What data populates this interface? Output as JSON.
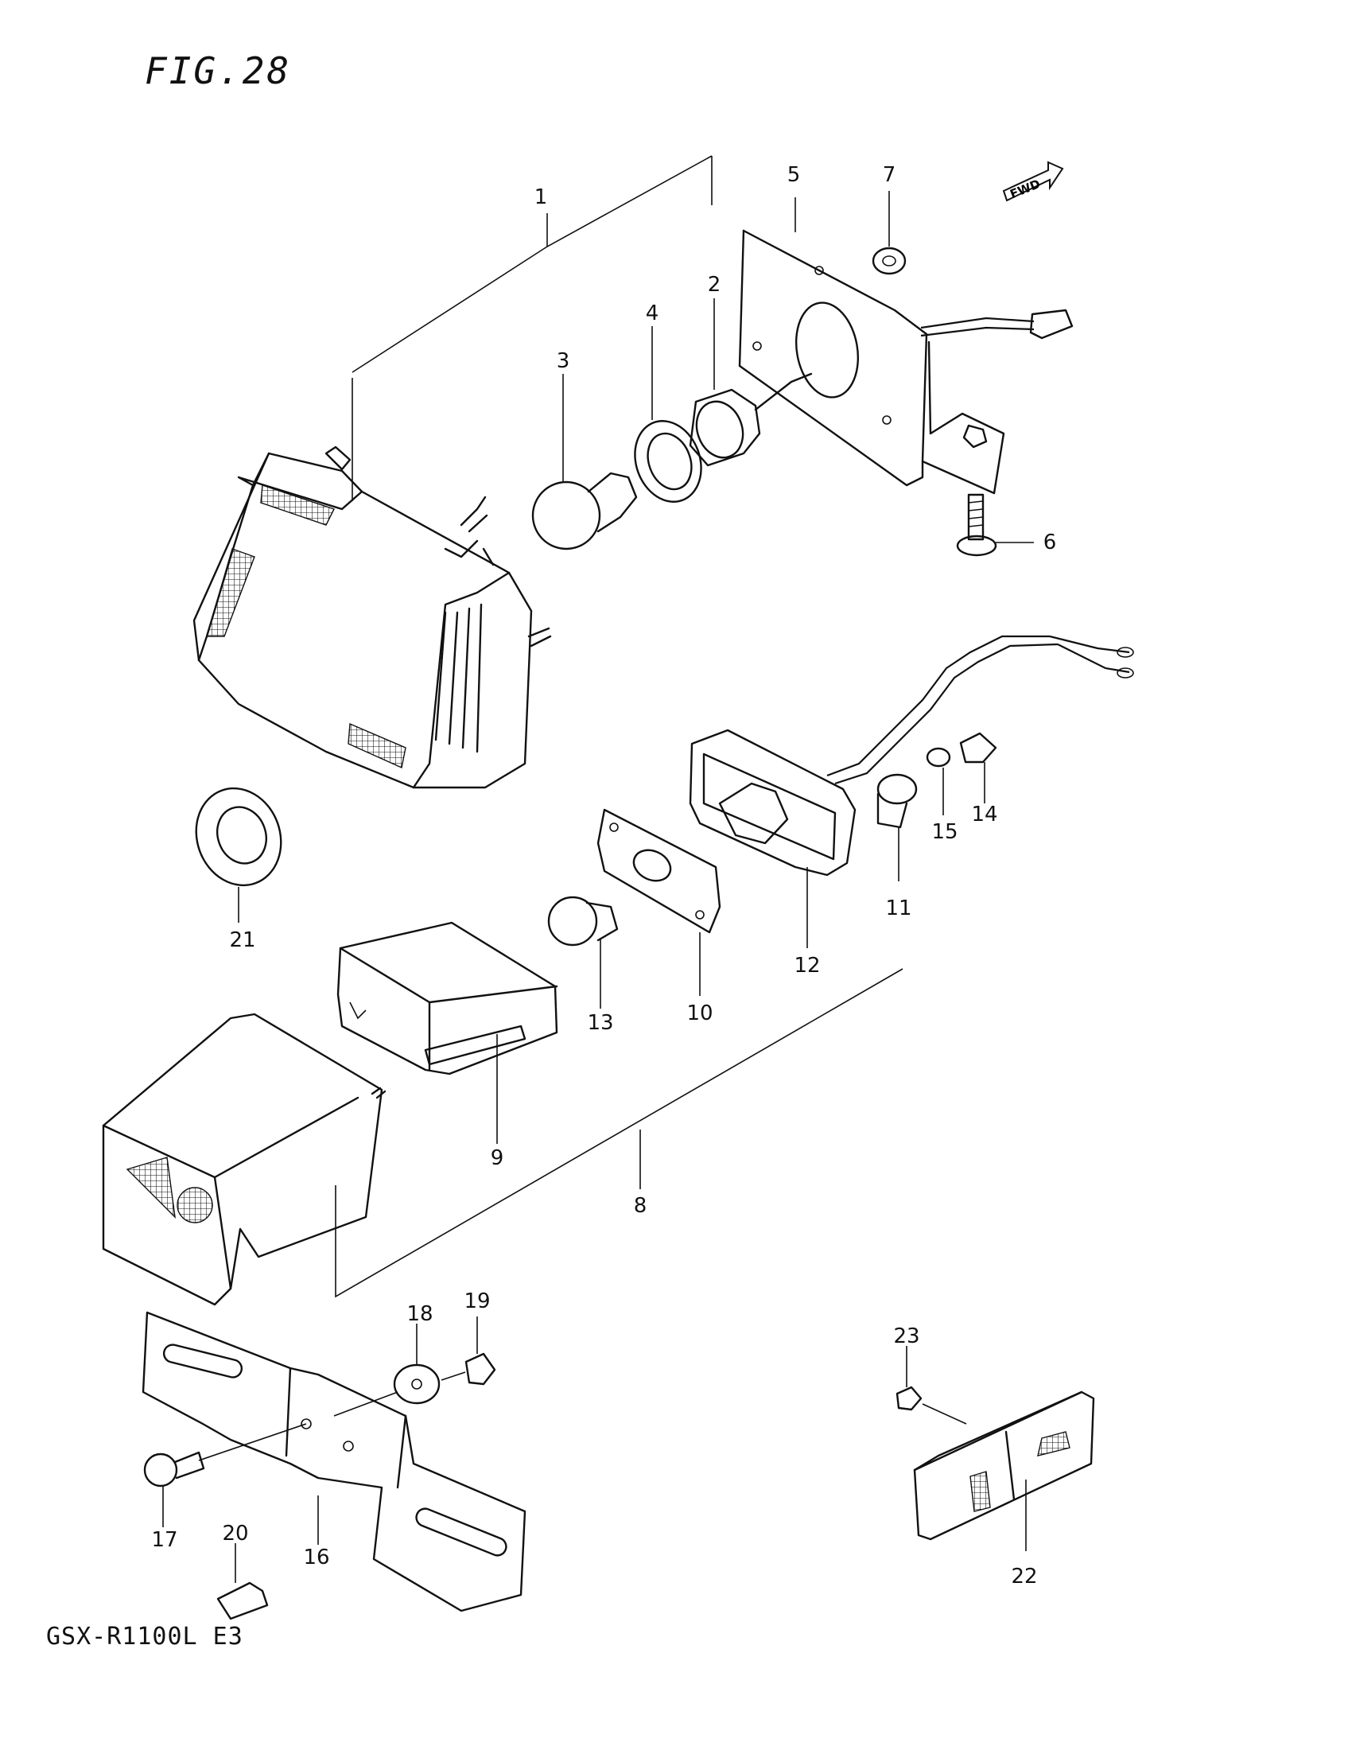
{
  "figure": {
    "title": "FIG.28",
    "model_code": "GSX-R1100L E3",
    "fwd_label": "FWD"
  },
  "callouts": [
    {
      "id": "1",
      "label": "1"
    },
    {
      "id": "2",
      "label": "2"
    },
    {
      "id": "3",
      "label": "3"
    },
    {
      "id": "4",
      "label": "4"
    },
    {
      "id": "5",
      "label": "5"
    },
    {
      "id": "6",
      "label": "6"
    },
    {
      "id": "7",
      "label": "7"
    },
    {
      "id": "8",
      "label": "8"
    },
    {
      "id": "9",
      "label": "9"
    },
    {
      "id": "10",
      "label": "10"
    },
    {
      "id": "11",
      "label": "11"
    },
    {
      "id": "12",
      "label": "12"
    },
    {
      "id": "13",
      "label": "13"
    },
    {
      "id": "14",
      "label": "14"
    },
    {
      "id": "15",
      "label": "15"
    },
    {
      "id": "16",
      "label": "16"
    },
    {
      "id": "17",
      "label": "17"
    },
    {
      "id": "18",
      "label": "18"
    },
    {
      "id": "19",
      "label": "19"
    },
    {
      "id": "20",
      "label": "20"
    },
    {
      "id": "21",
      "label": "21"
    },
    {
      "id": "22",
      "label": "22"
    },
    {
      "id": "23",
      "label": "23"
    }
  ]
}
